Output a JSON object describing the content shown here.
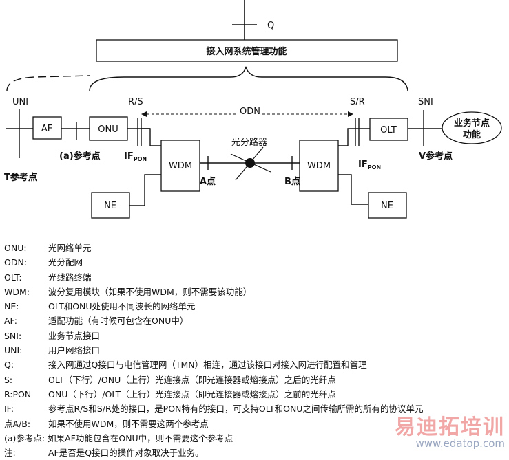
{
  "diagram": {
    "q_label": "Q",
    "mgmt_box": "接入网系统管理功能",
    "uni": "UNI",
    "rs": "R/S",
    "sr": "S/R",
    "sni": "SNI",
    "odn": "ODN",
    "af": "AF",
    "onu": "ONU",
    "olt": "OLT",
    "wdm_left": "WDM",
    "wdm_right": "WDM",
    "ne_left": "NE",
    "ne_right": "NE",
    "splitter": "光分路器",
    "service_node_line1": "业务节点",
    "service_node_line2": "功能",
    "a_ref": "(a)参考点",
    "t_ref": "T参考点",
    "v_ref": "V参考点",
    "if_main": "IF",
    "if_sub": "PON",
    "a_point": "A点",
    "b_point": "B点"
  },
  "legend": [
    {
      "term": "ONU:",
      "desc": "光网络单元"
    },
    {
      "term": "ODN:",
      "desc": "光分配网"
    },
    {
      "term": "OLT:",
      "desc": "光线路终端"
    },
    {
      "term": "WDM:",
      "desc": "波分复用模块（如果不使用WDM，则不需要该功能）"
    },
    {
      "term": "NE:",
      "desc": "OLT和ONU处使用不同波长的网络单元"
    },
    {
      "term": "AF:",
      "desc": "适配功能（有时候可包含在ONU中）"
    },
    {
      "term": "SNI:",
      "desc": "业务节点接口"
    },
    {
      "term": "UNI:",
      "desc": "用户网络接口"
    },
    {
      "term": "Q:",
      "desc": "接入网通过Q接口与电信管理网（TMN）相连，通过该接口对接入网进行配置和管理"
    },
    {
      "term": "S:",
      "desc": "OLT（下行）/ONU（上行）光连接点（即光连接器或熔接点）之后的光纤点"
    },
    {
      "term": "R:PON",
      "desc": "ONU（下行）/OLT（上行）光连接点（即光连接器或熔接点）之前的光纤点"
    },
    {
      "term": "IF:",
      "desc": "参考点R/S和S/R处的接口，是PON特有的接口，可支持OLT和ONU之间传输所需的所有的协议单元"
    },
    {
      "term": "点A/B:",
      "desc": "如果不使用WDM，则不需要这两个参考点"
    },
    {
      "term": "(a)参考点:",
      "desc": "如果AF功能包含在ONU中，则不需要这个参考点"
    },
    {
      "term": "注:",
      "desc": "AF是否是Q接口的操作对象取决于业务。"
    }
  ],
  "watermark": {
    "cn": "易迪拓培训",
    "url": "www.edatop.com"
  }
}
